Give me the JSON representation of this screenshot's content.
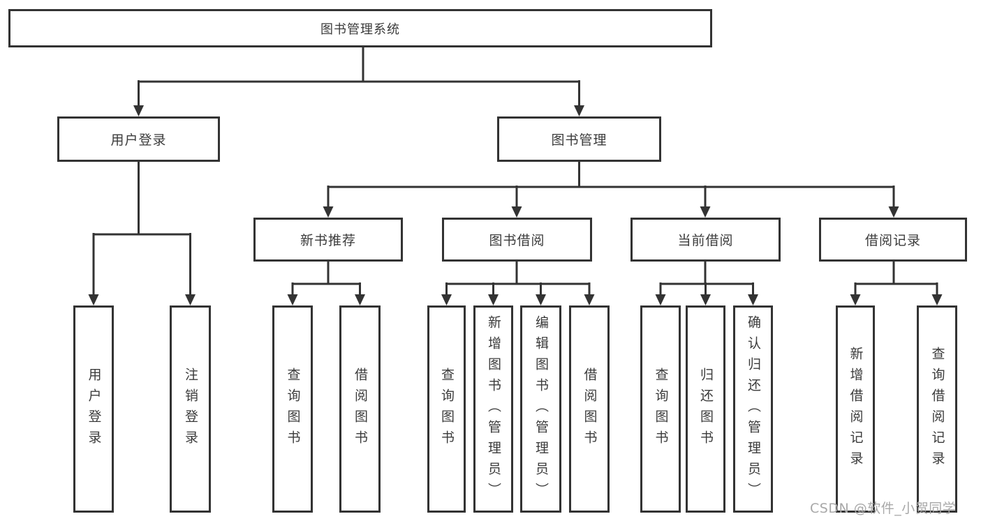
{
  "diagram": {
    "root": {
      "label": "图书管理系统"
    },
    "branches": [
      {
        "label": "用户登录",
        "leaves": [
          {
            "label": "用户登录"
          },
          {
            "label": "注销登录"
          }
        ]
      },
      {
        "label": "图书管理",
        "groups": [
          {
            "label": "新书推荐",
            "leaves": [
              {
                "label": "查询图书"
              },
              {
                "label": "借阅图书"
              }
            ]
          },
          {
            "label": "图书借阅",
            "leaves": [
              {
                "label": "查询图书"
              },
              {
                "label": "新增图书（管理员）"
              },
              {
                "label": "编辑图书（管理员）"
              },
              {
                "label": "借阅图书"
              }
            ]
          },
          {
            "label": "当前借阅",
            "leaves": [
              {
                "label": "查询图书"
              },
              {
                "label": "归还图书"
              },
              {
                "label": "确认归还（管理员）"
              }
            ]
          },
          {
            "label": "借阅记录",
            "leaves": [
              {
                "label": "新增借阅记录"
              },
              {
                "label": "查询借阅记录"
              }
            ]
          }
        ]
      }
    ]
  },
  "watermark": {
    "text": "CSDN @软件_小贺同学"
  },
  "colors": {
    "line": "#333333",
    "text": "#3b3b3b",
    "watermark": "#a8a8a8",
    "background": "#ffffff"
  }
}
